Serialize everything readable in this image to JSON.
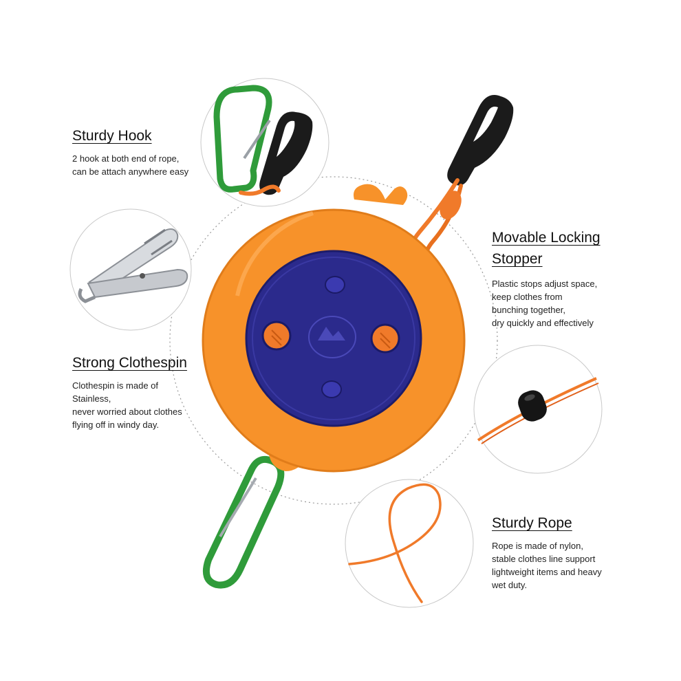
{
  "features": {
    "hook": {
      "title": "Sturdy Hook",
      "lines": [
        "2 hook at both end of rope,",
        "can be attach anywhere easy"
      ]
    },
    "clothespin": {
      "title": "Strong Clothespin",
      "lines": [
        "Clothespin is made of",
        "Stainless,",
        "never worried about clothes",
        "flying off in windy day."
      ]
    },
    "stopper": {
      "title_lines": [
        "Movable Locking",
        "Stopper"
      ],
      "lines": [
        "Plastic stops adjust space,",
        "keep clothes from",
        "bunching together,",
        "dry quickly and effectively"
      ]
    },
    "rope": {
      "title": "Sturdy Rope",
      "lines": [
        "Rope is made of nylon,",
        "stable clothes line support",
        "lightweight items and heavy",
        "wet duty."
      ]
    }
  },
  "product": {
    "body_color": "#f7922a",
    "face_color": "#2b2a8c",
    "rope_color": "#f07a2a",
    "carabiner_color": "#2f9b3a",
    "hook_color": "#1b1b1b"
  },
  "icons": [
    "carabiner-icon",
    "plastic-hook-icon",
    "clothespin-icon",
    "cord-stopper-icon",
    "rope-loop-icon"
  ]
}
